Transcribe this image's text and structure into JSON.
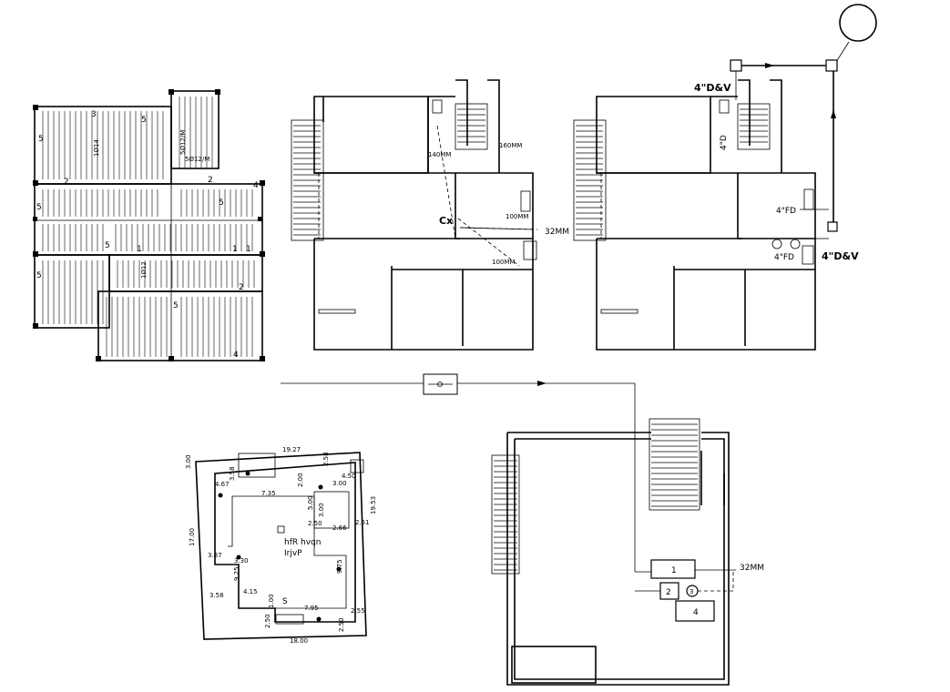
{
  "slab_plan": {
    "panel_labels": [
      "3",
      "5",
      "5",
      "2",
      "2",
      "4",
      "5",
      "5",
      "1",
      "1",
      "5",
      "1",
      "2",
      "5",
      "5",
      "4"
    ],
    "bar_notes": [
      "5Ø12/M",
      "5Ø12/M",
      "1Ø14",
      "1Ø12"
    ]
  },
  "drainage_plan": {
    "labels": [
      "Cx",
      "32MM",
      "160MM",
      "140MM",
      "100MM",
      "100MM"
    ]
  },
  "vent_plan": {
    "labels": [
      "4\"D&V",
      "4\"D",
      "4\"FD",
      "4\"FD",
      "4\"D&V"
    ]
  },
  "water_supply": {
    "labels": [
      "32MM"
    ],
    "fixture_numbers": [
      "1",
      "2",
      "3",
      "4"
    ]
  },
  "site_plan": {
    "dimensions": [
      "19.27",
      "3.00",
      "3.58",
      "2.58",
      "4.50",
      "4.67",
      "7.35",
      "2.00",
      "3.00",
      "5.00",
      "19.53",
      "3.00",
      "2.50",
      "2.66",
      "2.51",
      "17.00",
      "3.87",
      "3.30",
      "9.25",
      "9.75",
      "3.58",
      "4.15",
      "1.00",
      "7.95",
      "2.55",
      "2.50",
      "2.50",
      "18.00"
    ],
    "text_line1": "hfR hvqn",
    "text_line2": "IrjvP",
    "stair_mark": "S"
  }
}
